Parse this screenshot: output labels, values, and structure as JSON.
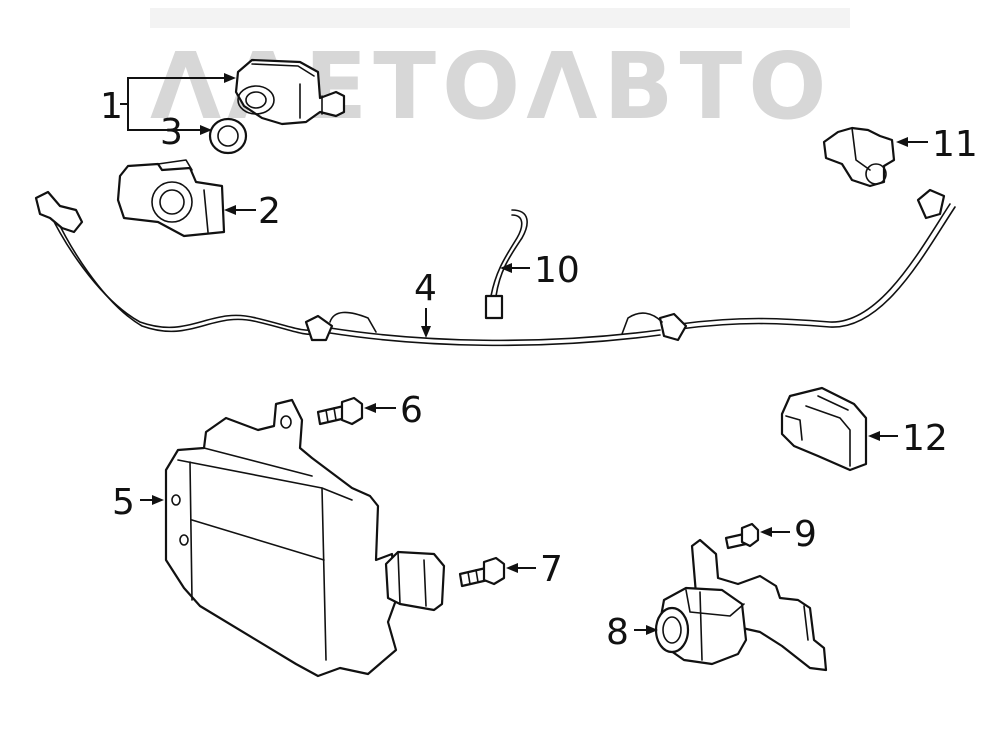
{
  "watermark": {
    "text": "ΛΛΕΤΟΛΒΤΟ",
    "color": "#d7d7d7"
  },
  "callouts": [
    {
      "id": "1",
      "label": "1"
    },
    {
      "id": "2",
      "label": "2"
    },
    {
      "id": "3",
      "label": "3"
    },
    {
      "id": "4",
      "label": "4"
    },
    {
      "id": "5",
      "label": "5"
    },
    {
      "id": "6",
      "label": "6"
    },
    {
      "id": "7",
      "label": "7"
    },
    {
      "id": "8",
      "label": "8"
    },
    {
      "id": "9",
      "label": "9"
    },
    {
      "id": "10",
      "label": "10"
    },
    {
      "id": "11",
      "label": "11"
    },
    {
      "id": "12",
      "label": "12"
    }
  ],
  "colors": {
    "line": "#111111",
    "background": "#ffffff"
  }
}
